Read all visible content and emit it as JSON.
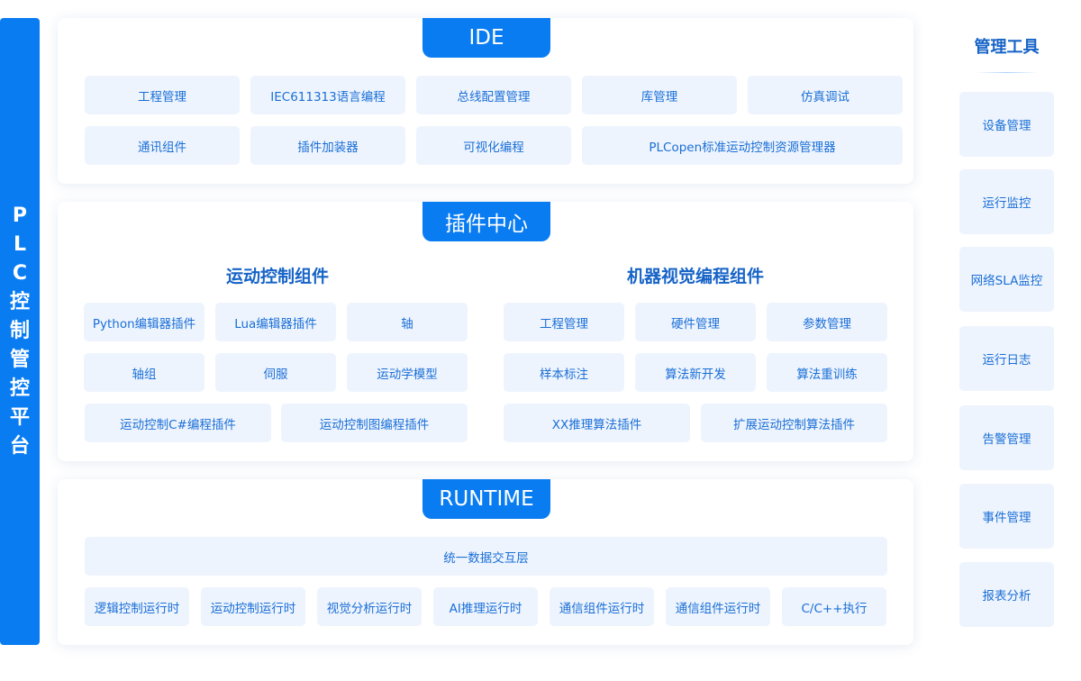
{
  "platform_label": [
    "P",
    "L",
    "C",
    "控",
    "制",
    "管",
    "控",
    "平",
    "台"
  ],
  "ide": {
    "title": "IDE",
    "items": [
      "工程管理",
      "IEC611313语言编程",
      "总线配置管理",
      "库管理",
      "仿真调试",
      "通讯组件",
      "插件加装器",
      "可视化编程",
      "PLCopen标准运动控制资源管理器"
    ]
  },
  "plugin_center": {
    "title": "插件中心",
    "motion": {
      "title": "运动控制组件",
      "items": [
        "Python编辑器插件",
        "Lua编辑器插件",
        "轴",
        "轴组",
        "伺服",
        "运动学模型",
        "运动控制C#编程插件",
        "运动控制图编程插件"
      ]
    },
    "vision": {
      "title": "机器视觉编程组件",
      "items": [
        "工程管理",
        "硬件管理",
        "参数管理",
        "样本标注",
        "算法新开发",
        "算法重训练",
        "XX推理算法插件",
        "扩展运动控制算法插件"
      ]
    }
  },
  "runtime": {
    "title": "RUNTIME",
    "data_layer": "统一数据交互层",
    "items": [
      "逻辑控制运行时",
      "运动控制运行时",
      "视觉分析运行时",
      "AI推理运行时",
      "通信组件运行时",
      "通信组件运行时",
      "C/C++执行"
    ]
  },
  "tools": {
    "title": "管理工具",
    "items": [
      "设备管理",
      "运行监控",
      "网络SLA监控",
      "运行日志",
      "告警管理",
      "事件管理",
      "报表分析"
    ]
  },
  "colors": {
    "accent": "#0a7cf2",
    "chip_bg": "#eef4fe",
    "text": "#1a6fd6",
    "heading": "#1764c7"
  }
}
